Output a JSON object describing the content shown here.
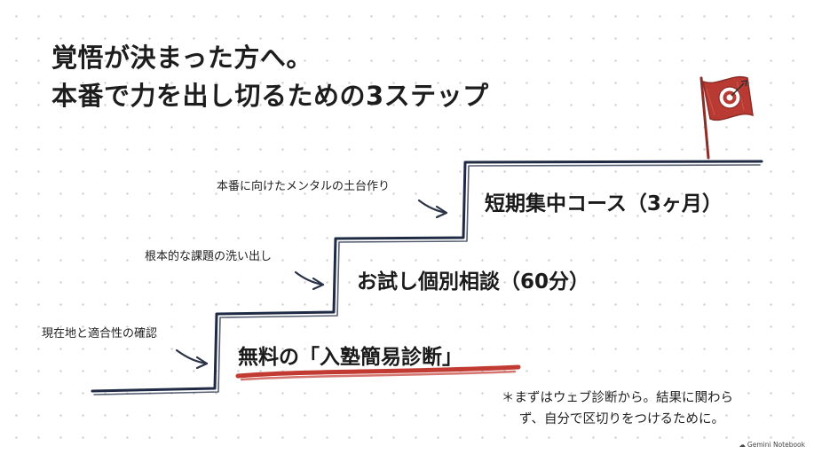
{
  "title": {
    "line1": "覚悟が決まった方へ。",
    "line2": "本番で力を出し切るための3ステップ"
  },
  "steps": [
    {
      "caption": "現在地と適合性の確認",
      "title": "無料の「入塾簡易診断」"
    },
    {
      "caption": "根本的な課題の洗い出し",
      "title": "お試し個別相談（60分）"
    },
    {
      "caption": "本番に向けたメンタルの土台作り",
      "title": "短期集中コース（3ヶ月）"
    }
  ],
  "note": {
    "line1": "＊まずはウェブ診断から。結果に関わら",
    "line2": "ず、自分で区切りをつけるために。"
  },
  "watermark": {
    "icon": "☁",
    "text": "Gemini Notebook"
  },
  "colors": {
    "stair_line": "#1f2a44",
    "arrow": "#2b3447",
    "underline": "#c23b33",
    "flag": "#b83a32",
    "text": "#1c1c1c"
  },
  "icons": [
    "arrow-icon",
    "target-flag-icon"
  ]
}
